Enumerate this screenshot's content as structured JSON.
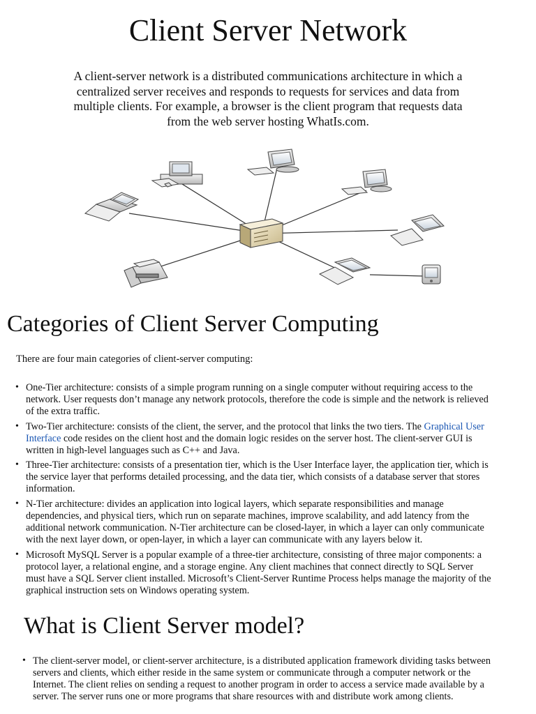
{
  "title": "Client Server Network",
  "intro": "A client-server network is a distributed communications architecture in which a centralized server receives and responds to requests for services and data from multiple clients. For example, a browser is the client program that requests data from the web server hosting WhatIs.com.",
  "categories": {
    "heading": "Categories of Client Server Computing",
    "intro": "There are four main categories of client-server computing:",
    "items": [
      {
        "text": "One-Tier architecture: consists of a simple program running on a single computer without requiring access to the network. User requests don’t manage any network protocols, therefore the code is simple and the network is relieved of the extra traffic."
      },
      {
        "text_before": "Two-Tier architecture: consists of the client, the server, and the protocol that links the two tiers. The ",
        "link": "Graphical User Interface",
        "text_after": " code resides on the client host and the domain logic resides on the server host. The client-server GUI is written in high-level languages such as C++ and Java."
      },
      {
        "text": "Three-Tier architecture: consists of a presentation tier, which is the User Interface layer, the application tier, which is the service layer that performs detailed processing, and the data tier, which consists of a database server that stores information."
      },
      {
        "text": "N-Tier architecture: divides an application into logical layers, which separate responsibilities and manage dependencies, and physical tiers, which run on separate machines, improve scalability, and add latency from the additional network communication. N-Tier architecture can be closed-layer, in which a layer can only communicate with the next layer down, or open-layer, in which a layer can communicate with any layers below it."
      },
      {
        "text": "Microsoft MySQL Server is a popular example of a three-tier architecture, consisting of three major components: a protocol layer, a relational engine, and a storage engine. Any client machines that connect directly to SQL Server must have a SQL Server client installed. Microsoft’s Client-Server Runtime Process helps manage the majority of the graphical instruction sets on Windows operating system."
      }
    ]
  },
  "model": {
    "heading": "What is Client Server model?",
    "items": [
      {
        "text": "The client-server model, or client-server architecture, is a distributed application framework dividing tasks between servers and clients, which either reside in the same system or communicate through a computer network or the Internet. The client relies on sending a request to another program in order to access a service made available by a server. The server runs one or more programs that share resources with and distribute work among clients."
      }
    ]
  },
  "bullet_glyph": "•",
  "colors": {
    "link": "#1a56b3",
    "text": "#111111"
  }
}
